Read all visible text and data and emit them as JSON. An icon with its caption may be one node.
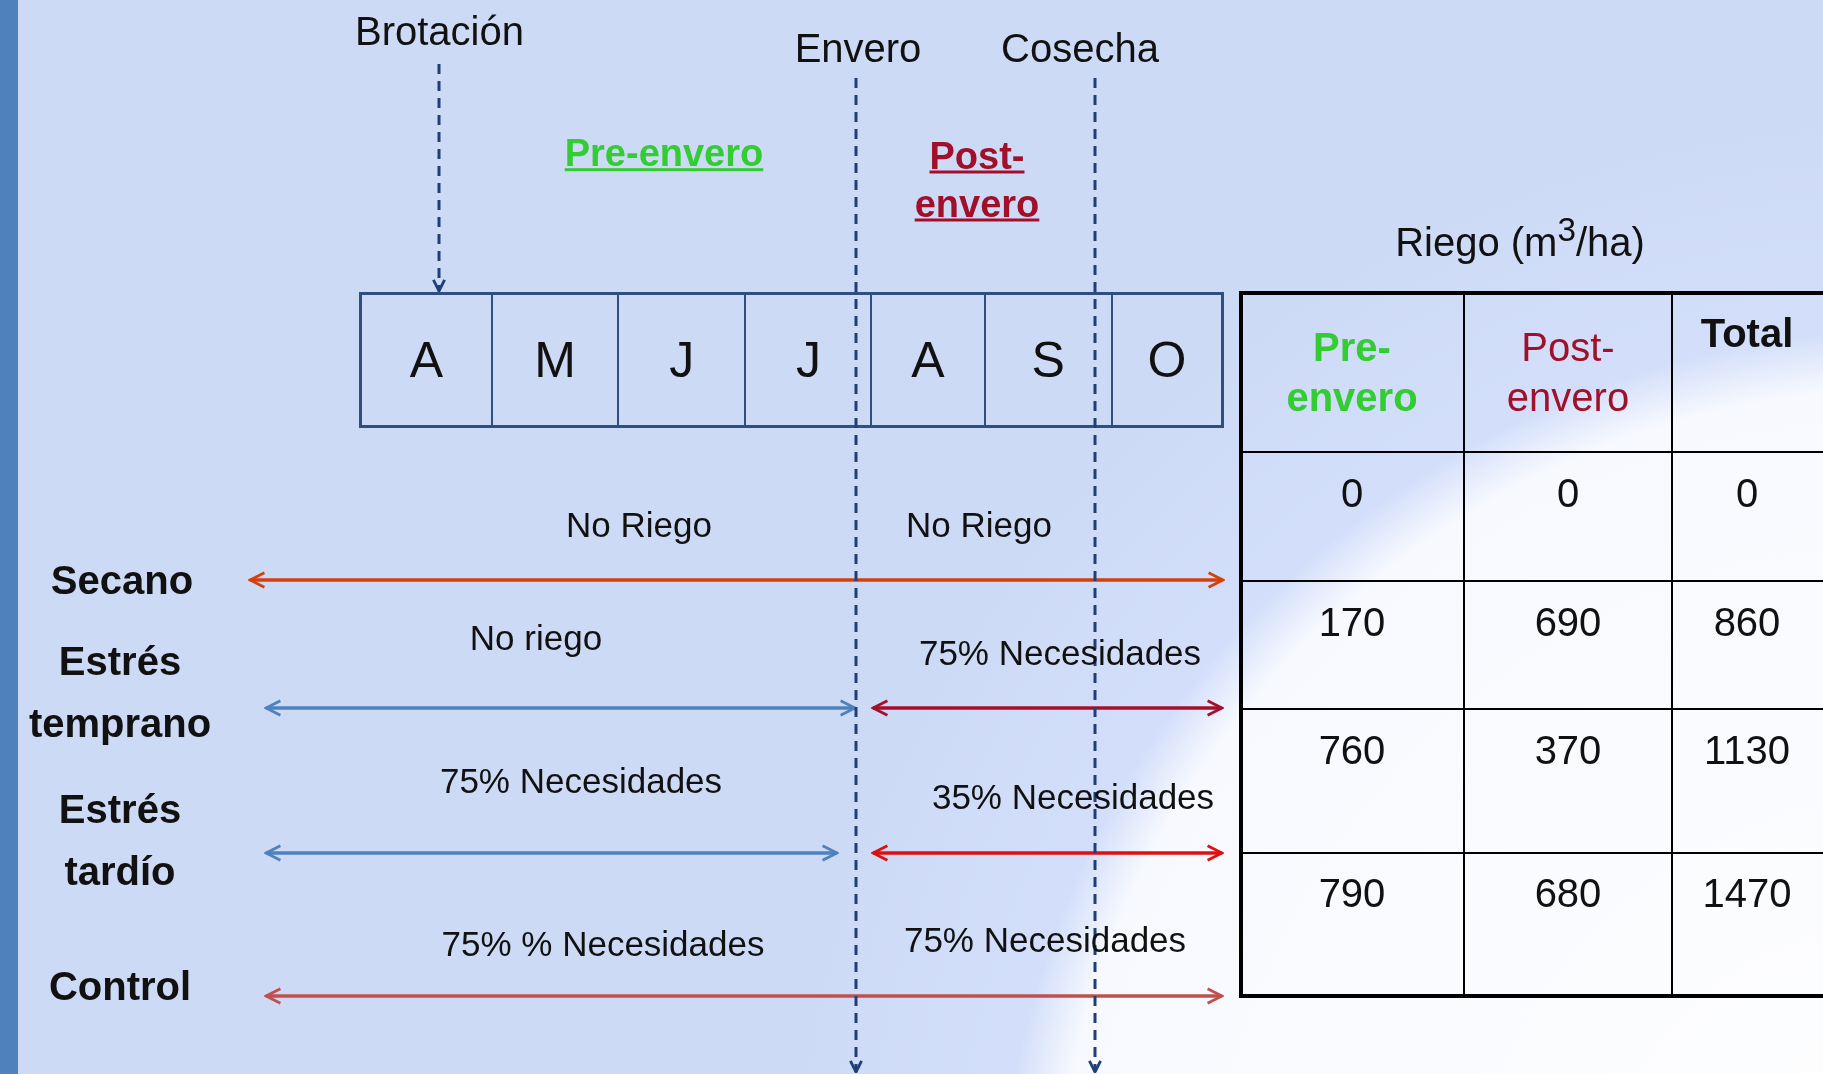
{
  "diagram": {
    "nodes": [
      {
        "text": [
          "Brotación"
        ]
      },
      {
        "text": [
          "Envero"
        ]
      },
      {
        "text": [
          "Cosecha"
        ]
      },
      {
        "text": [
          "A",
          "M",
          "J",
          "J",
          "A",
          "S",
          "O"
        ]
      }
    ],
    "edges": [
      {
        "from": 0,
        "to": 3,
        "arrow": "to",
        "style": "dashed"
      },
      {
        "from": 1,
        "to": null,
        "arrow": "to",
        "style": "dashed"
      },
      {
        "from": 2,
        "to": null,
        "arrow": "to",
        "style": "dashed"
      }
    ],
    "labels": [
      "Pre-envero",
      "Post- envero",
      "Riego (m$^{3}$/ha)",
      "Pre- envero",
      "Post- envero",
      "Total",
      "No Riego",
      "No Riego",
      "0",
      "0",
      "0",
      "Secano",
      "No riego",
      "75% Necesidades",
      "170",
      "690",
      "860",
      "Estrés temprano",
      "75% Necesidades",
      "35% Necesidades",
      "760",
      "370",
      "1130",
      "Estrés tardío",
      "75% % Necesidades",
      "75% Necesidades",
      "790",
      "680",
      "1470",
      "Control"
    ]
  }
}
